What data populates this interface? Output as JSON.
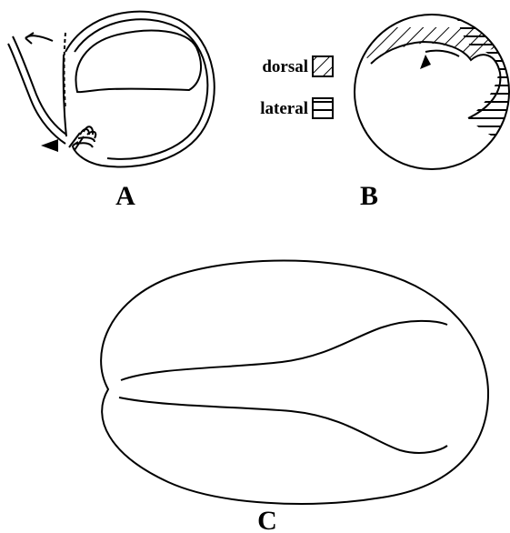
{
  "panels": {
    "a": {
      "label": "A"
    },
    "b": {
      "label": "B"
    },
    "c": {
      "label": "C"
    }
  },
  "legend": {
    "dorsal": "dorsal",
    "lateral": "lateral"
  }
}
